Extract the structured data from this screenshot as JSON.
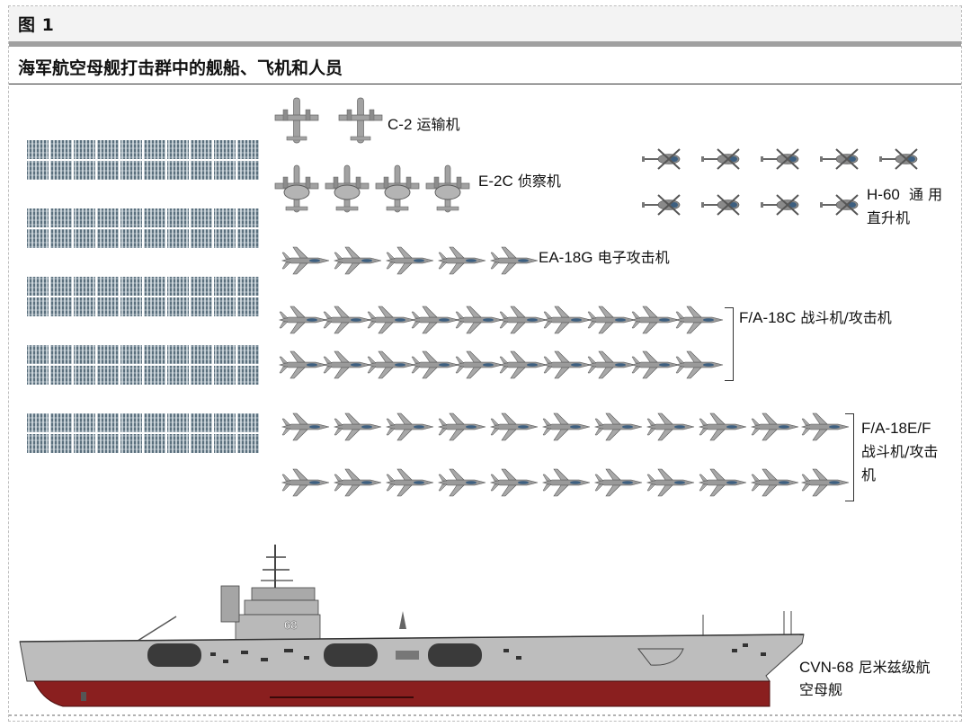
{
  "figure": {
    "label": "图 1",
    "title": "海军航空母舰打击群中的舰船、飞机和人员"
  },
  "groups": [
    {
      "id": "c2",
      "code": "C-2",
      "name": "运输机"
    },
    {
      "id": "e2c",
      "code": "E-2C",
      "name": "侦察机"
    },
    {
      "id": "h60",
      "code": "H-60",
      "name_line1": "通 用",
      "name_line2": "直升机"
    },
    {
      "id": "ea18g",
      "code": "EA-18G",
      "name": "电子攻击机"
    },
    {
      "id": "fa18c",
      "code": "F/A-18C",
      "name": "战斗机/攻击机"
    },
    {
      "id": "fa18ef",
      "code": "F/A-18E/F",
      "name_line1": "战斗机/攻击",
      "name_line2": "机"
    },
    {
      "id": "cvn68",
      "code": "CVN-68",
      "name_line1": "尼米兹级航",
      "name_line2": "空母舰"
    }
  ],
  "ship": {
    "hull_number": "68"
  },
  "colors": {
    "header_bg": "#f3f3f3",
    "rule": "#a0a0a0",
    "aircraft": "#9a9a9a",
    "helicopter_rotor": "#555555",
    "hull_gray": "#b9b9b9",
    "hull_red": "#8a1f1f",
    "crew": "#5a6f7d"
  },
  "icons": [
    "c2-plane-icon",
    "e2c-radar-plane-icon",
    "helicopter-icon",
    "fighter-jet-icon",
    "crew-block-icon",
    "aircraft-carrier-icon"
  ]
}
